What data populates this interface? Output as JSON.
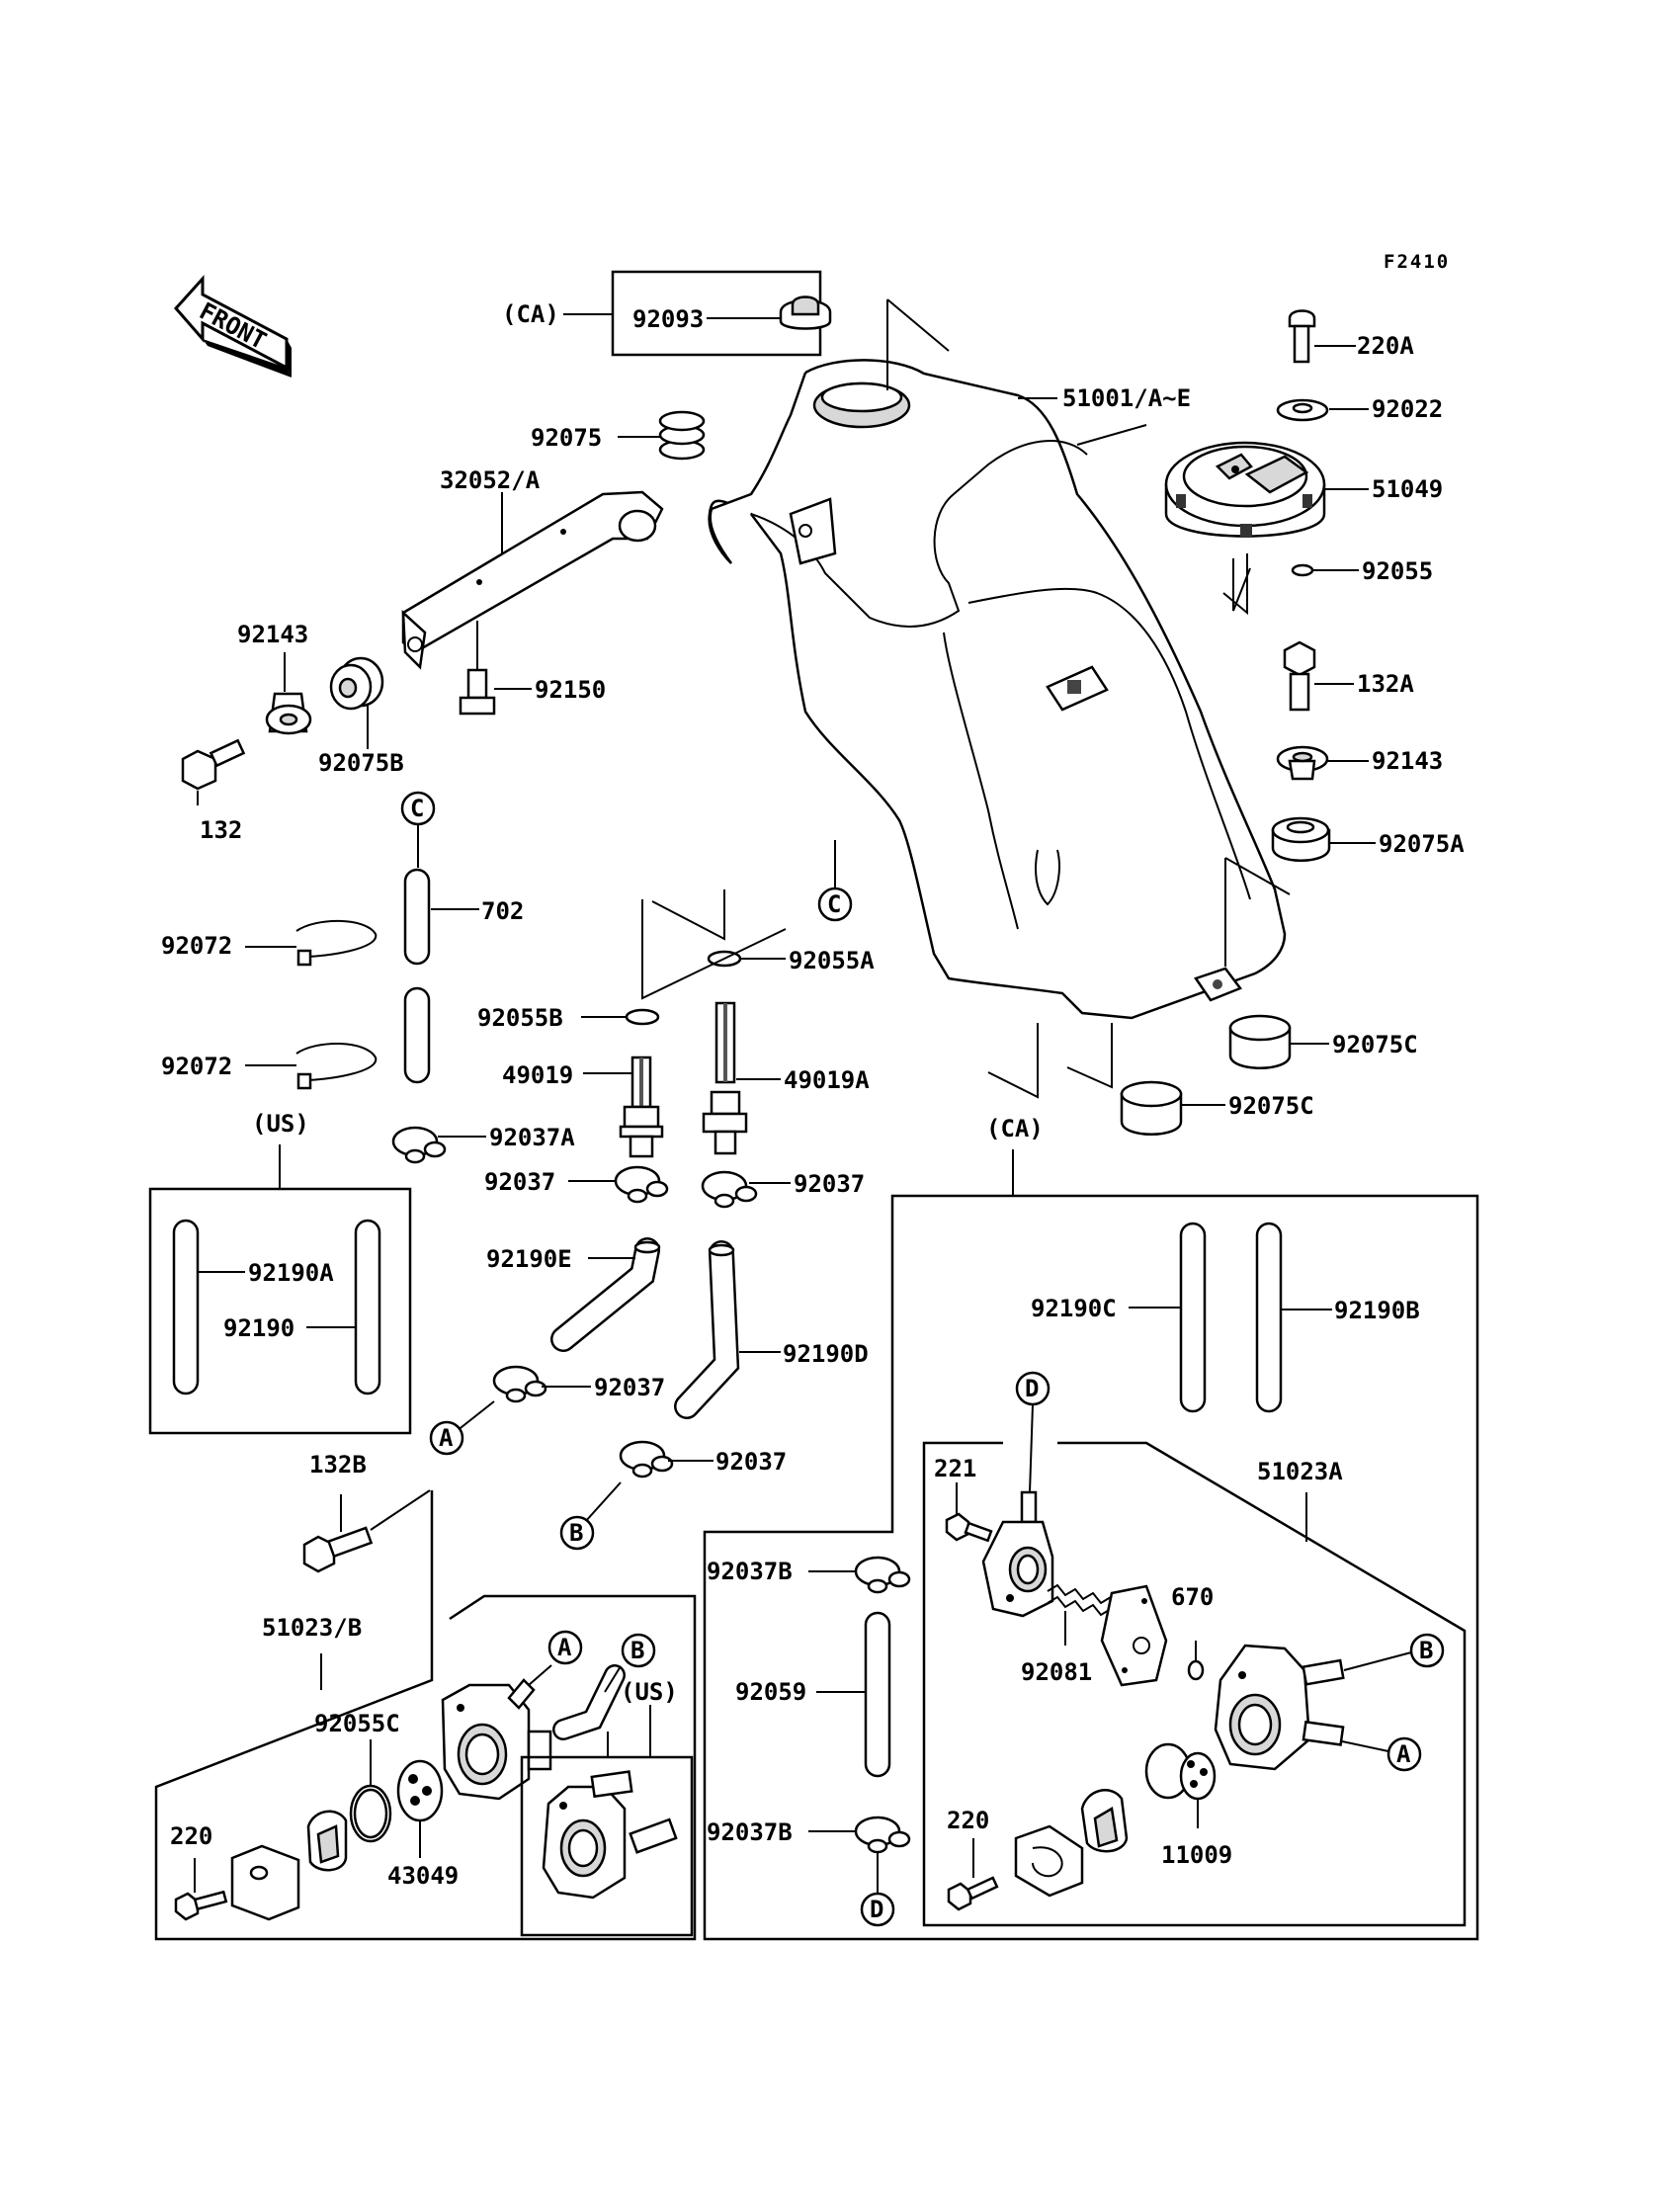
{
  "figure_code": "F2410",
  "front_label": "FRONT",
  "callouts": {
    "p92093": "92093",
    "ca_top": "(CA)",
    "p51001": "51001/A~E",
    "p92075": "92075",
    "p32052": "32052/A",
    "p92143_left": "92143",
    "p92150": "92150",
    "p92075B": "92075B",
    "p132": "132",
    "p702": "702",
    "p92072_a": "92072",
    "p92072_b": "92072",
    "p220A": "220A",
    "p92022": "92022",
    "p51049": "51049",
    "p92055": "92055",
    "p132A": "132A",
    "p92143_right": "92143",
    "p92075A": "92075A",
    "p92055A": "92055A",
    "p92055B": "92055B",
    "p49019": "49019",
    "p49019A": "49019A",
    "p92037A": "92037A",
    "p92037_l": "92037",
    "p92037_r": "92037",
    "p92075C_a": "92075C",
    "p92075C_b": "92075C",
    "us_left": "(US)",
    "p92190A": "92190A",
    "p92190": "92190",
    "p92190E": "92190E",
    "p92190D": "92190D",
    "p92037_c": "92037",
    "p92037_d": "92037",
    "ca_right": "(CA)",
    "p92190C": "92190C",
    "p92190B": "92190B",
    "p132B": "132B",
    "p51023B": "51023/B",
    "p92055C": "92055C",
    "us_bottom": "(US)",
    "p220_left": "220",
    "p43049": "43049",
    "p92037B_a": "92037B",
    "p92059": "92059",
    "p92037B_b": "92037B",
    "p221": "221",
    "p51023A": "51023A",
    "p92081": "92081",
    "p670": "670",
    "p11009": "11009",
    "p220_right": "220"
  },
  "ref_letters": {
    "c_top": "C",
    "c_tank": "C",
    "a_left": "A",
    "b_left": "B",
    "a_valve": "A",
    "b_valve": "B",
    "d_top": "D",
    "b_right": "B",
    "a_right": "A",
    "d_bottom": "D"
  }
}
